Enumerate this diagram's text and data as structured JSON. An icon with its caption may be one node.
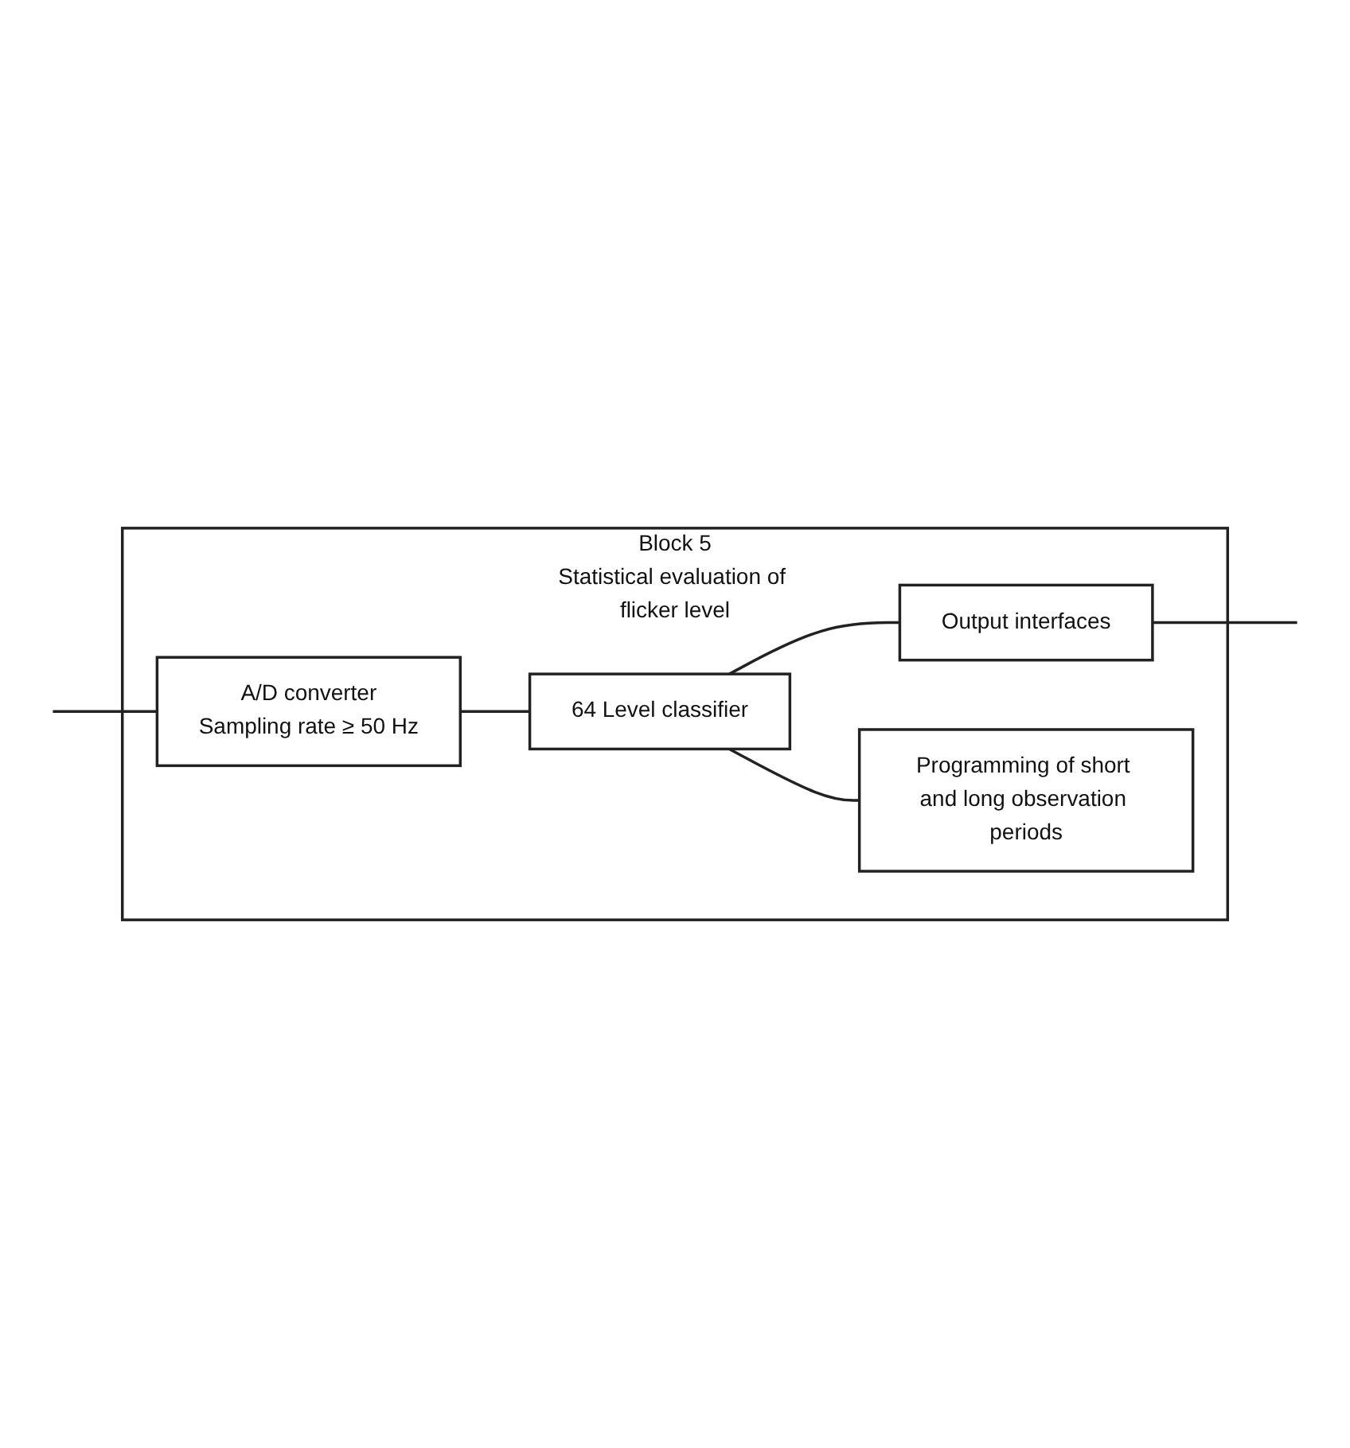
{
  "diagram": {
    "nodes": [
      {
        "text": [
          "Block 5",
          "Statistical evaluation of flicker level"
        ]
      },
      {
        "text": [
          "A/D converter",
          "Sampling rate ≥ 50 Hz"
        ],
        "in": 0
      },
      {
        "text": [
          "64 Level classifier"
        ],
        "in": 0
      },
      {
        "text": [
          "Output interfaces"
        ],
        "in": 0
      },
      {
        "text": [
          "Programming of short and long observation periods"
        ],
        "in": 0
      }
    ],
    "edges": [
      {
        "from": null,
        "to": 1,
        "arrow": "none"
      },
      {
        "from": 1,
        "to": 2,
        "arrow": "none"
      },
      {
        "from": 2,
        "to": 3,
        "arrow": "none"
      },
      {
        "from": 3,
        "to": null,
        "arrow": "none"
      },
      {
        "from": 2,
        "to": 4,
        "arrow": "none"
      }
    ]
  }
}
